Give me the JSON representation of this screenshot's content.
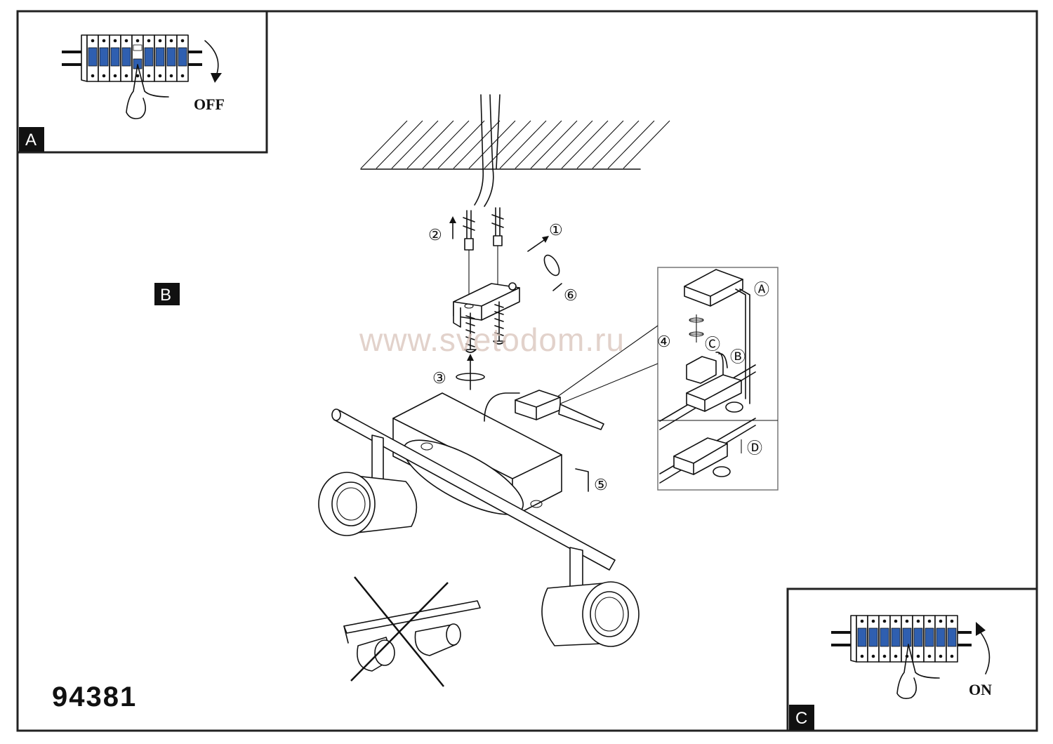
{
  "panels": {
    "a": {
      "label": "A",
      "switch_state": "OFF"
    },
    "b": {
      "label": "B"
    },
    "c": {
      "label": "C",
      "switch_state": "ON"
    }
  },
  "model_number": "94381",
  "steps": [
    "①",
    "②",
    "③",
    "④",
    "⑤",
    "⑥"
  ],
  "detail_callouts": [
    "Ⓐ",
    "Ⓑ",
    "Ⓒ",
    "Ⓓ"
  ],
  "watermark": "www.svetodom.ru",
  "colors": {
    "breaker_blue": "#2f5fb0",
    "border": "#222222"
  }
}
